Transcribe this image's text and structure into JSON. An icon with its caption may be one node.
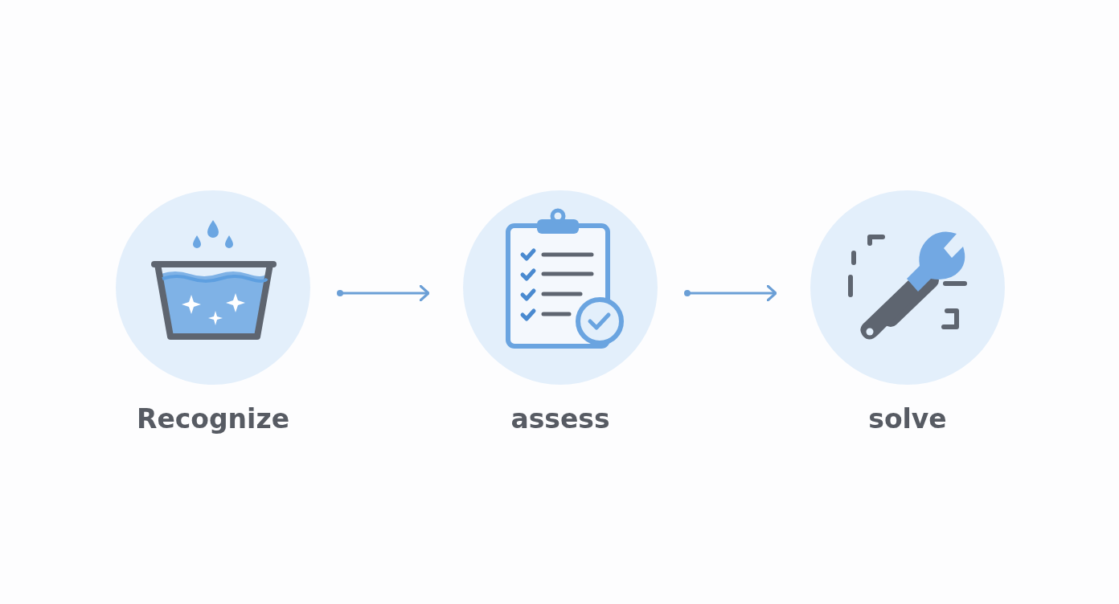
{
  "diagram": {
    "nodes": [
      {
        "text": [
          "Recognize"
        ]
      },
      {
        "text": [
          "assess"
        ]
      },
      {
        "text": [
          "solve"
        ]
      }
    ],
    "edges": [
      {
        "from": 0,
        "to": 1,
        "arrow": "to"
      },
      {
        "from": 1,
        "to": 2,
        "arrow": "to"
      }
    ]
  }
}
